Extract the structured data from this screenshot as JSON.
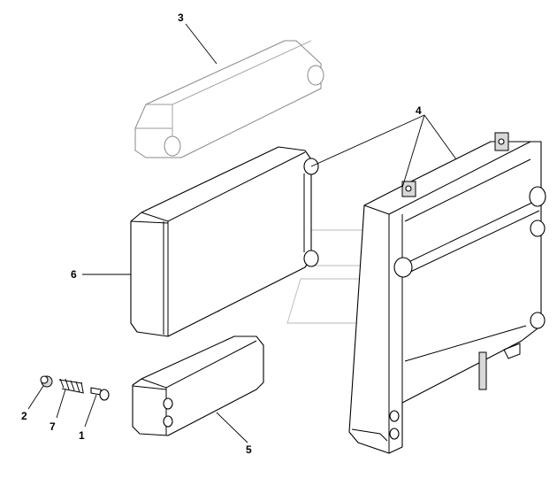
{
  "diagram": {
    "callouts": {
      "c1": "1",
      "c2": "2",
      "c3": "3",
      "c4": "4",
      "c5": "5",
      "c6": "6",
      "c7": "7"
    },
    "colors": {
      "line": "#000000",
      "faint_line": "#8a8a8a",
      "watermark": "#c8c8c8",
      "background": "#ffffff"
    }
  }
}
